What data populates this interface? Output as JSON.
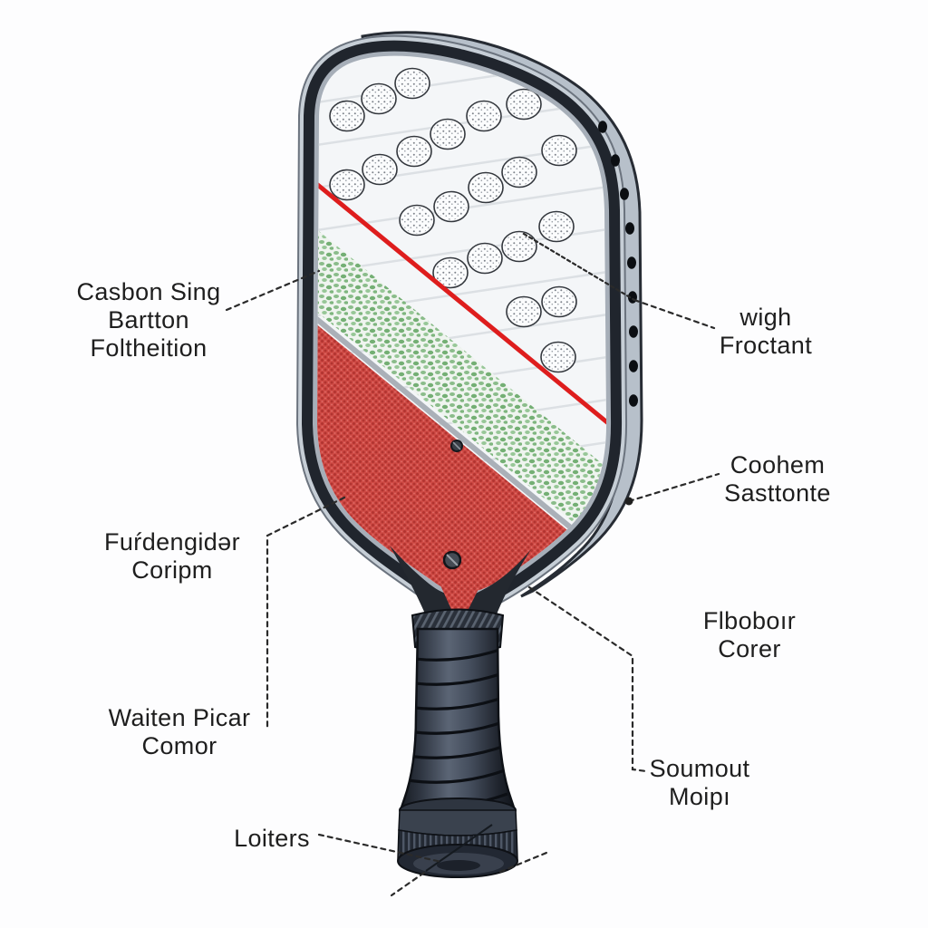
{
  "illustration": {
    "subject": "pickleball-paddle parts diagram",
    "colors": {
      "edge_guard": "#20252d",
      "side_wall": "#b7c0ca",
      "face_white": "#f4f6f8",
      "accent_line_red": "#de1d1d",
      "fiberglass_green": "#7fb67f",
      "core_red": "#cf4a45",
      "grip_dark": "#3a424f",
      "label_text": "#1e1e1e"
    }
  },
  "labels": [
    {
      "id": "top-left",
      "lines": [
        "Casbon Sing",
        "Bartton",
        "Foltheition"
      ]
    },
    {
      "id": "mid-left",
      "lines": [
        "Fuŕdengidər",
        "Coripm"
      ]
    },
    {
      "id": "lower-left",
      "lines": [
        "Waiten Picar",
        "Comor"
      ]
    },
    {
      "id": "bottom-left",
      "lines": [
        "Loiters"
      ]
    },
    {
      "id": "top-right",
      "lines": [
        "wigh",
        "Froctant"
      ]
    },
    {
      "id": "mid-right",
      "lines": [
        "Coohem",
        "Sasttonte"
      ]
    },
    {
      "id": "lower-right",
      "lines": [
        "Flboboır",
        "Corer"
      ]
    },
    {
      "id": "bottom-right",
      "lines": [
        "Soumout",
        "Moipı"
      ]
    }
  ]
}
